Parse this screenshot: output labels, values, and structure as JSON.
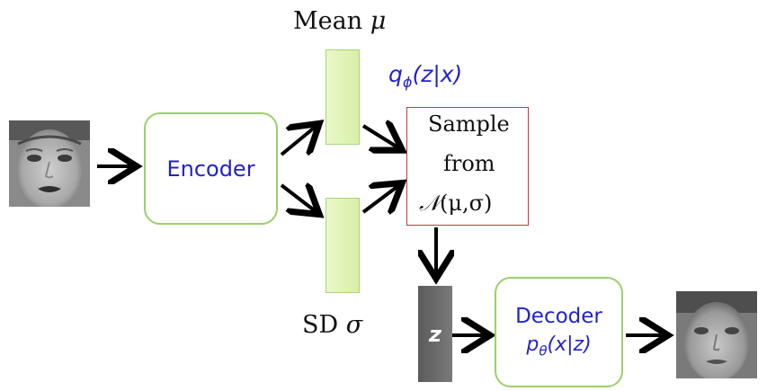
{
  "input_image_icon": "face-photo",
  "output_image_icon": "reconstructed-face-photo",
  "encoder": {
    "label": "Encoder"
  },
  "mean": {
    "label": "Mean",
    "symbol": "μ"
  },
  "sd": {
    "label": "SD",
    "symbol": "σ"
  },
  "posterior": {
    "q": "q",
    "sub": "ϕ",
    "args": "(z|x)"
  },
  "sample": {
    "line1": "Sample",
    "line2": "from",
    "dist_symbol": "𝒩",
    "dist_args": "(μ,σ)"
  },
  "latent": {
    "label": "z"
  },
  "decoder": {
    "label": "Decoder",
    "p": "p",
    "sub": "θ",
    "args": "(x|z)"
  },
  "colors": {
    "blue_text": "#2323c8",
    "green_border": "#9ccf6a",
    "vector_fill": "#dff3b6",
    "sample_border": "#c23a3a",
    "latent_fill": "#666666"
  }
}
